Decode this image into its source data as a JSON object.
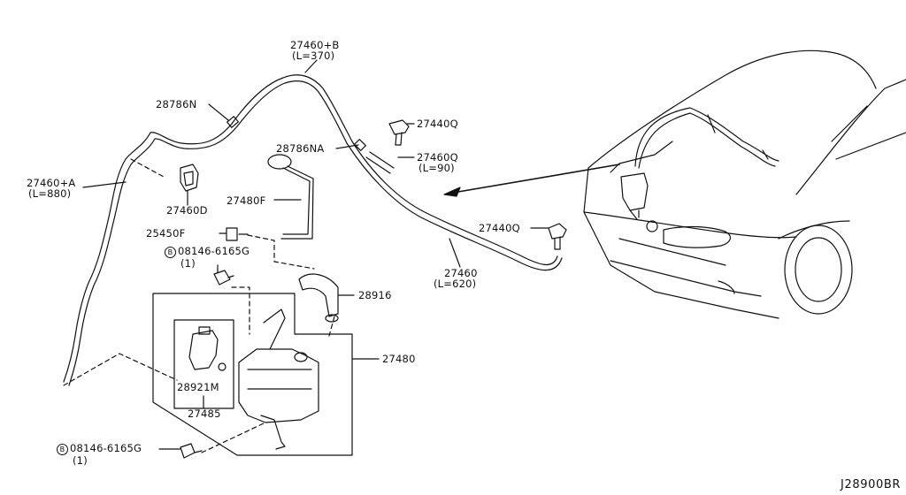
{
  "parts": {
    "p27460B": {
      "number": "27460+B",
      "length": "(L=370)"
    },
    "p28786N": {
      "number": "28786N"
    },
    "p27460A": {
      "number": "27460+A",
      "length": "(L=880)"
    },
    "p27460D": {
      "number": "27460D"
    },
    "p28786NA": {
      "number": "28786NA"
    },
    "p27440Q_top": {
      "number": "27440Q"
    },
    "p27460Q": {
      "number": "27460Q",
      "length": "(L=90)"
    },
    "p27480F": {
      "number": "27480F"
    },
    "p25450F": {
      "number": "25450F"
    },
    "bolt_top": {
      "marker": "B",
      "number": "08146-6165G",
      "qty": "(1)"
    },
    "p27440Q_right": {
      "number": "27440Q"
    },
    "p27460": {
      "number": "27460",
      "length": "(L=620)"
    },
    "p28916": {
      "number": "28916"
    },
    "p27480": {
      "number": "27480"
    },
    "p28921M": {
      "number": "28921M"
    },
    "p27485": {
      "number": "27485"
    },
    "bolt_bottom": {
      "marker": "B",
      "number": "08146-6165G",
      "qty": "(1)"
    }
  },
  "diagram_code": "J28900BR"
}
